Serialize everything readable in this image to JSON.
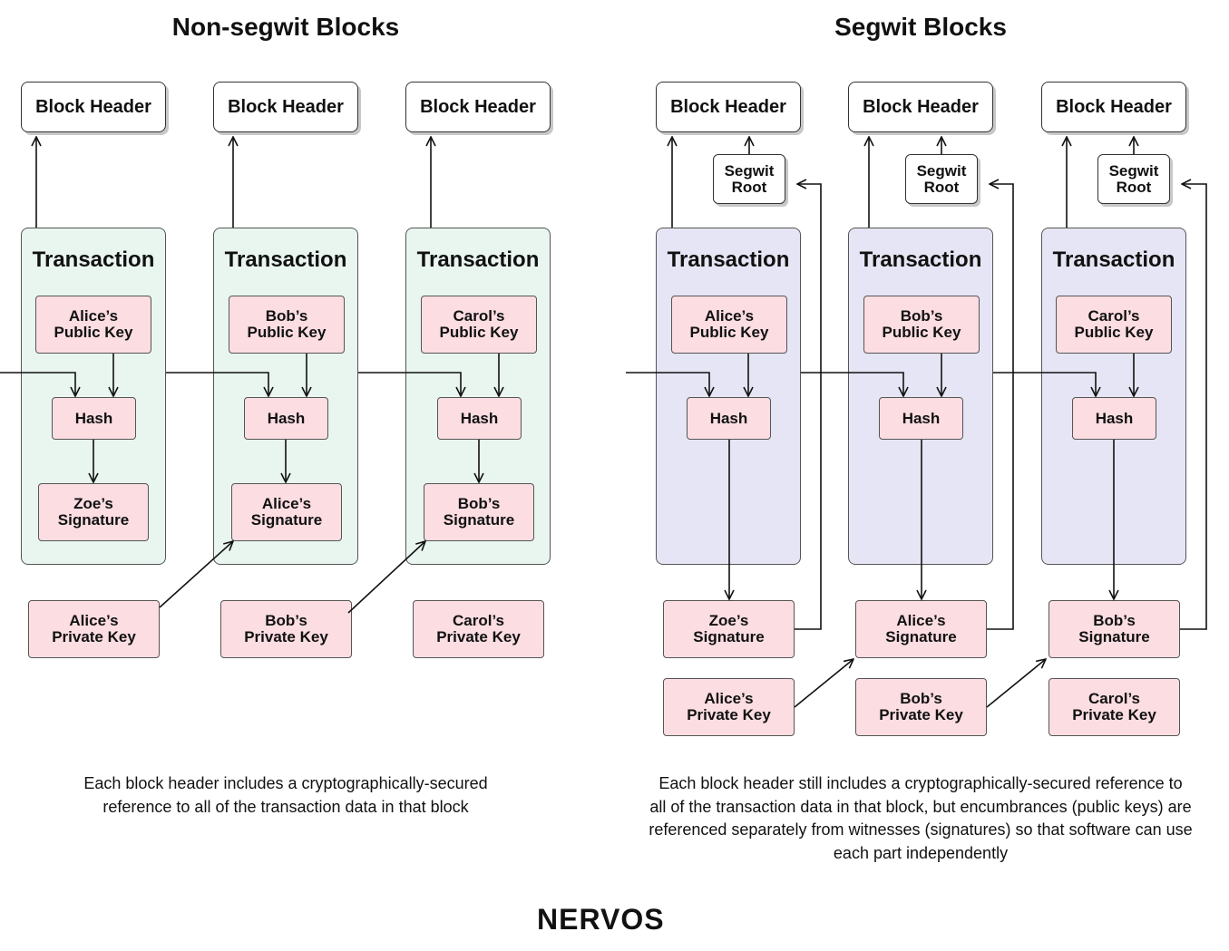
{
  "titles": {
    "left": "Non-segwit Blocks",
    "right": "Segwit Blocks"
  },
  "labels": {
    "block_header": "Block Header",
    "transaction": "Transaction",
    "hash": "Hash",
    "segwit_root": "Segwit\nRoot"
  },
  "left": {
    "public_keys": [
      "Alice’s\nPublic Key",
      "Bob’s\nPublic Key",
      "Carol’s\nPublic Key"
    ],
    "signatures": [
      "Zoe’s\nSignature",
      "Alice’s\nSignature",
      "Bob’s\nSignature"
    ],
    "private_keys": [
      "Alice’s\nPrivate Key",
      "Bob’s\nPrivate Key",
      "Carol’s\nPrivate Key"
    ]
  },
  "right": {
    "public_keys": [
      "Alice’s\nPublic Key",
      "Bob’s\nPublic Key",
      "Carol’s\nPublic Key"
    ],
    "signatures": [
      "Zoe’s\nSignature",
      "Alice’s\nSignature",
      "Bob’s\nSignature"
    ],
    "private_keys": [
      "Alice’s\nPrivate Key",
      "Bob’s\nPrivate Key",
      "Carol’s\nPrivate Key"
    ]
  },
  "captions": {
    "left": "Each block header includes a cryptographically-secured reference to all of the transaction data in that block",
    "right": "Each block header still includes a cryptographically-secured reference to all of the transaction data in that block, but encumbrances (public keys) are referenced separately from witnesses (signatures) so that software can use each part independently"
  },
  "logo": "NERVOS",
  "colors": {
    "left_transaction_fill": "#e8f6ef",
    "right_transaction_fill": "#e6e5f5",
    "key_box_fill": "#fbdde2",
    "stroke": "#111111"
  }
}
